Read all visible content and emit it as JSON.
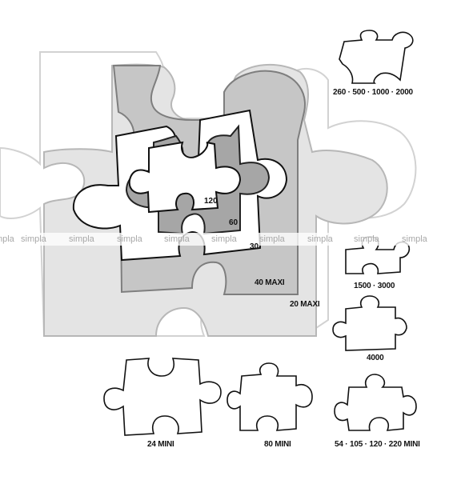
{
  "sizes": {
    "top_right": "260 · 500 · 1000 · 2000",
    "right_1": "1500 · 3000",
    "right_2": "4000",
    "bottom_1": "24 MINI",
    "bottom_2": "80 MINI",
    "bottom_3": "54 · 105 · 120 · 220 MINI"
  },
  "nested": {
    "maxi_20": "20 MAXI",
    "maxi_40": "40 MAXI",
    "n120": "120",
    "n60": "60",
    "n30": "30"
  },
  "watermark": {
    "words": [
      "simpla",
      "simpla",
      "simpla",
      "simpla",
      "simpla",
      "simpla",
      "simpla",
      "simpla",
      "simpla",
      "simpla"
    ]
  }
}
